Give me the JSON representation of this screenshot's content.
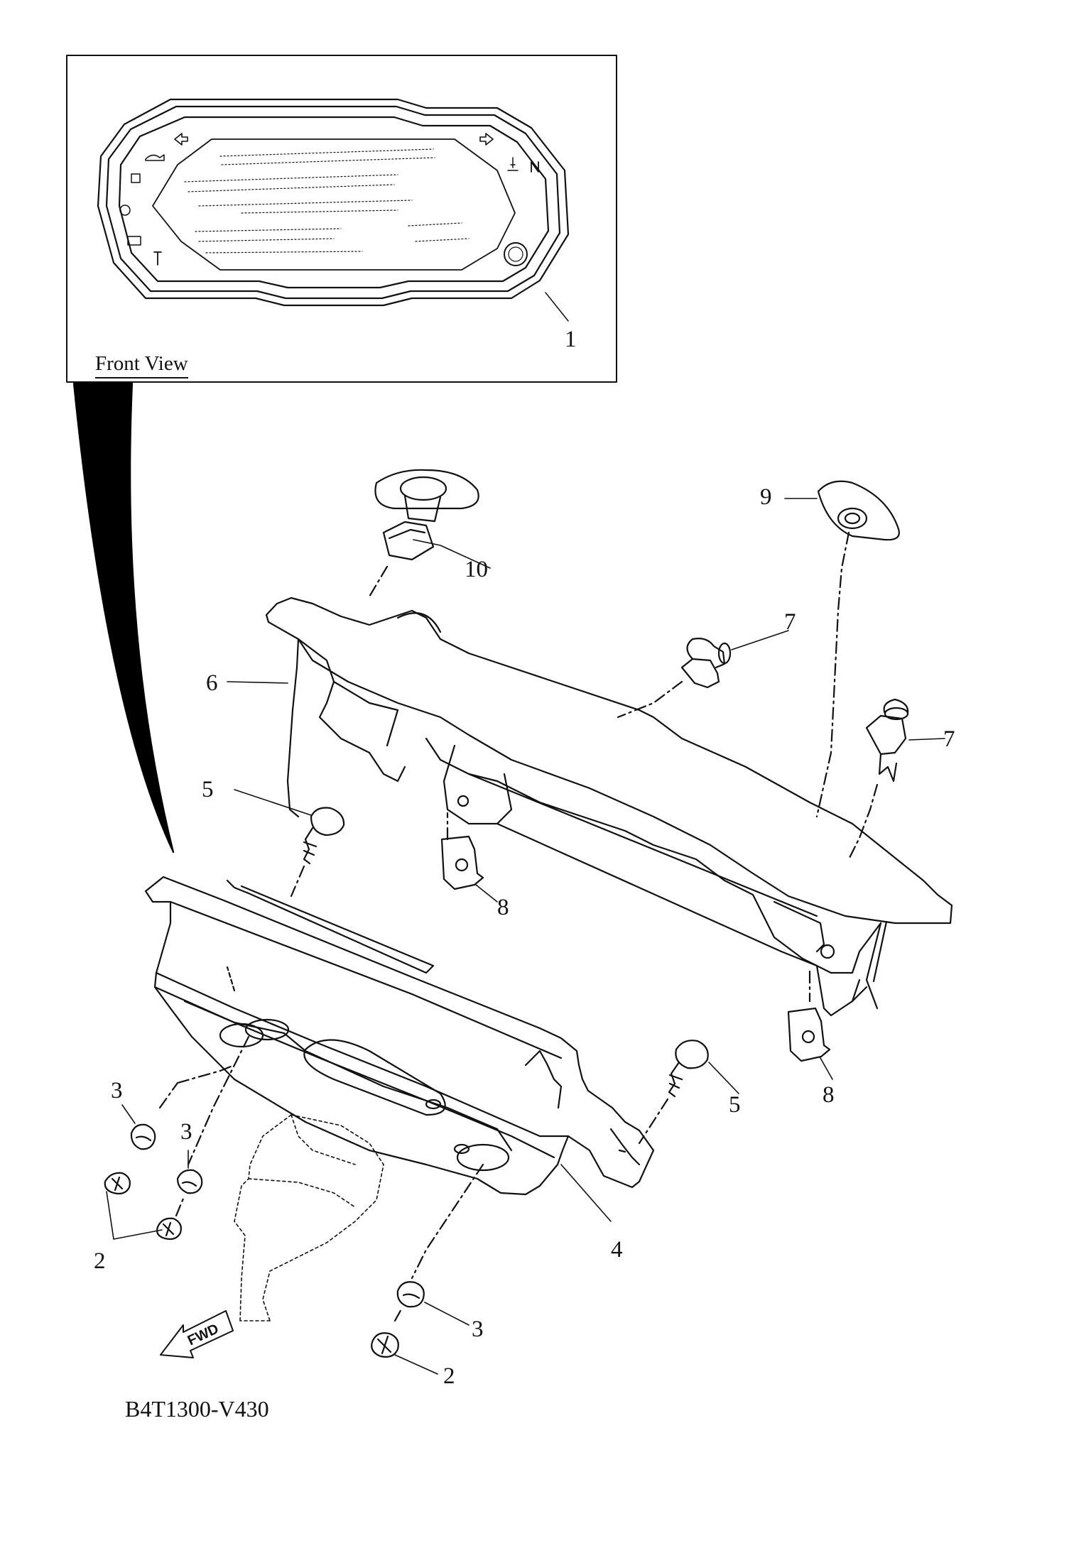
{
  "inset": {
    "caption": "Front View"
  },
  "callouts": [
    "1",
    "2",
    "2",
    "3",
    "3",
    "3",
    "4",
    "5",
    "5",
    "6",
    "7",
    "7",
    "8",
    "8",
    "9",
    "10"
  ],
  "fwd_label": "FWD",
  "diagram_code": "B4T1300-V430"
}
